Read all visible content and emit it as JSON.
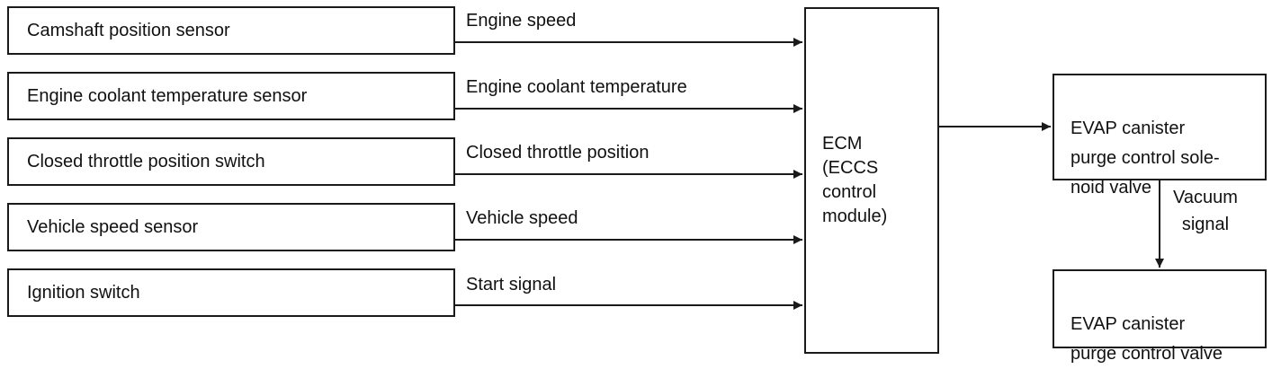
{
  "inputs": [
    {
      "sensor": "Camshaft position sensor",
      "signal": "Engine speed"
    },
    {
      "sensor": "Engine coolant temperature sensor",
      "signal": "Engine coolant temperature"
    },
    {
      "sensor": "Closed throttle position switch",
      "signal": "Closed throttle position"
    },
    {
      "sensor": "Vehicle speed sensor",
      "signal": "Vehicle speed"
    },
    {
      "sensor": "Ignition switch",
      "signal": "Start signal"
    }
  ],
  "ecm": {
    "label": "ECM\n(ECCS\ncontrol\nmodule)"
  },
  "outputs": {
    "solenoid_valve": "EVAP canister\npurge control sole-\nnoid valve",
    "vacuum_signal": "Vacuum\nsignal",
    "control_valve": "EVAP canister\npurge control valve"
  },
  "colors": {
    "line": "#1a1a1a",
    "background": "#ffffff"
  }
}
